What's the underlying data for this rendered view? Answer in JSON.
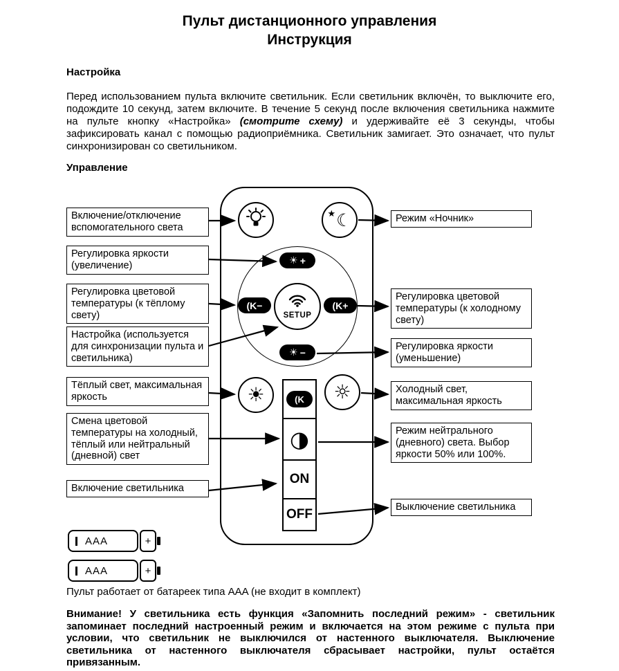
{
  "title": {
    "line1": "Пульт дистанционного управления",
    "line2": "Инструкция"
  },
  "setup": {
    "heading": "Настройка",
    "body_before": "Перед использованием пульта включите светильник. Если светильник включён, то выключите его, подождите 10 секунд, затем включите. В течение 5 секунд после включения светильника нажмите на пульте кнопку «Настройка» ",
    "body_em": "(смотрите схему)",
    "body_after": " и удерживайте её 3 секунды, чтобы зафиксировать канал с помощью радиоприёмника. Светильник замигает. Это означает, что пульт синхронизирован со светильником."
  },
  "control": {
    "heading": "Управление"
  },
  "left_labels": [
    "Включение/отключение вспомогательного света",
    "Регулировка яркости (увеличение)",
    "Регулировка цветовой температуры (к тёплому свету)",
    "Настройка (используется для синхронизации пульта и светильника)",
    "Тёплый свет, максимальная яркость",
    "Смена цветовой температуры на холодный, тёплый или нейтральный (дневной) свет",
    "Включение светильника"
  ],
  "right_labels": [
    "Режим «Ночник»",
    "Регулировка цветовой температуры (к холодному свету)",
    "Регулировка яркости (уменьшение)",
    "Холодный свет, максимальная яркость",
    "Режим нейтрального (дневного) света. Выбор яркости 50% или 100%.",
    "Выключение светильника"
  ],
  "remote": {
    "setup_label": "SETUP",
    "brightness_up_sign": "+",
    "brightness_down_sign": "−",
    "temp_warm": "(K−",
    "temp_cool": "(K+",
    "temp_toggle": "(K",
    "on": "ON",
    "off": "OFF",
    "icons": {
      "sun": "☀",
      "sun_outline": "☼",
      "contrast": "◑",
      "star": "★",
      "moon": "☾"
    }
  },
  "battery": {
    "cell_label": "AAA",
    "plus": "+",
    "note": "Пульт работает от батареек типа AAA (не входит в комплект)"
  },
  "warning": {
    "text": "Внимание! У светильника есть функция «Запомнить последний режим» - светильник запоминает последний настроенный режим и включается на этом режиме с пульта при условии, что светильник не выключился от настенного выключателя. Выключение светильника от настенного выключателя сбрасывает настройки, пульт остаётся привязанным."
  }
}
